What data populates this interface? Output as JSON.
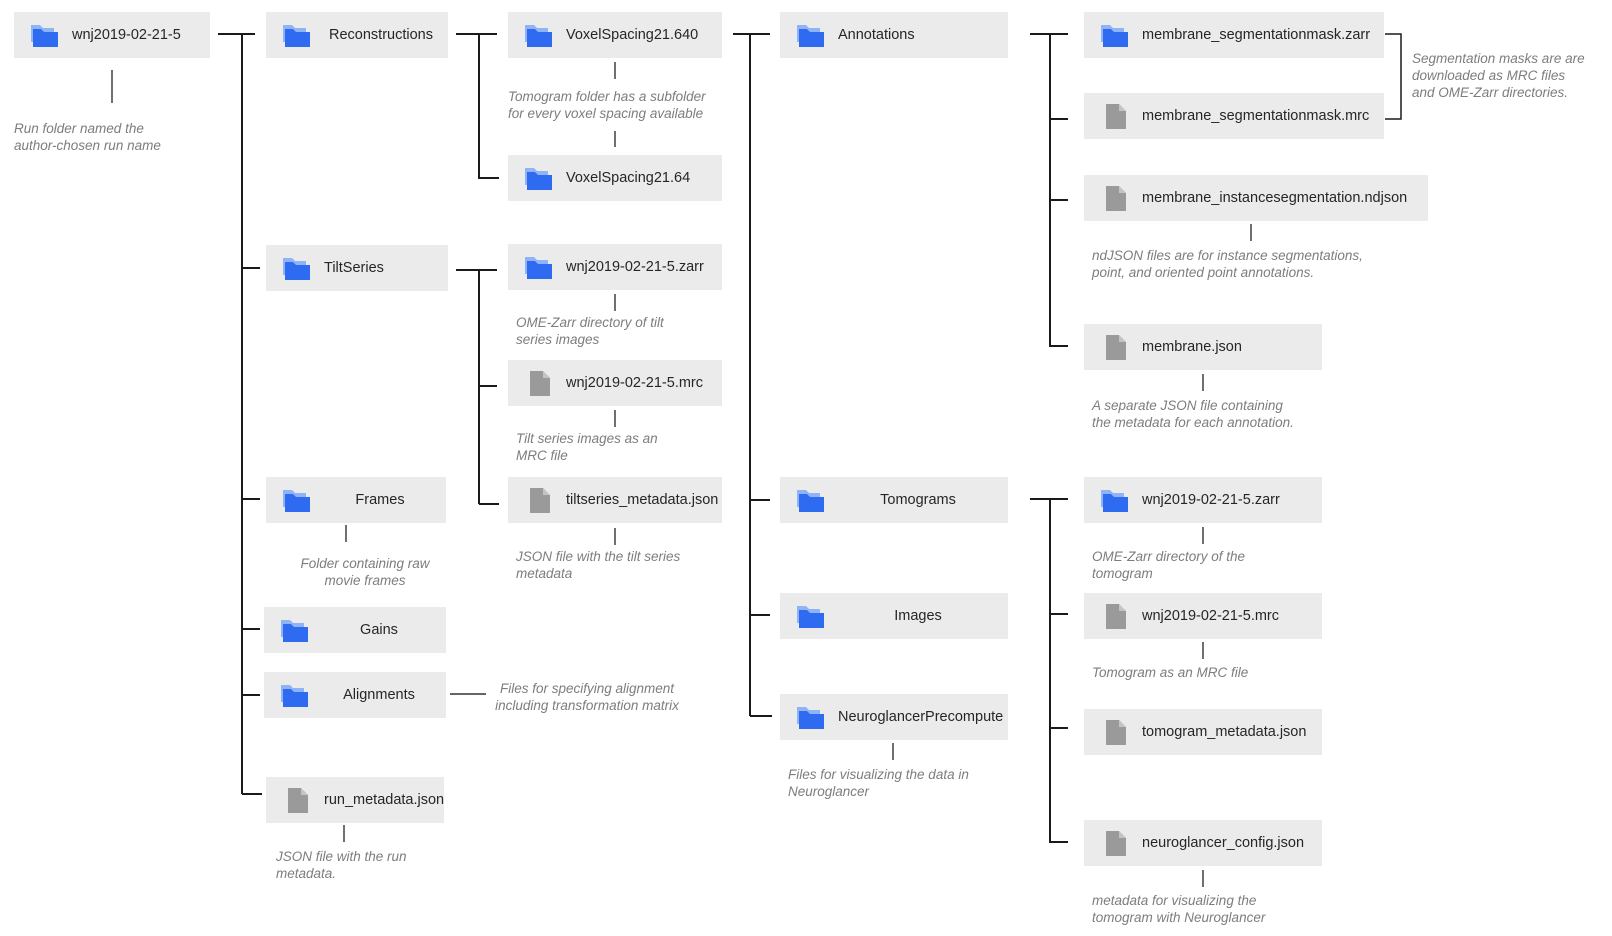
{
  "colors": {
    "folder": "#2f6bf0",
    "folder_back": "#8fb3f7",
    "file": "#9a9a9a",
    "node_bg": "#ebebeb",
    "note": "#7d7d7d",
    "line": "#1a1a1a"
  },
  "nodes": {
    "run": {
      "label": "wnj2019-02-21-5",
      "icon": "folder-icon"
    },
    "reconstructions": {
      "label": "Reconstructions",
      "icon": "folder-icon"
    },
    "tiltseries": {
      "label": "TiltSeries",
      "icon": "folder-icon"
    },
    "frames": {
      "label": "Frames",
      "icon": "folder-icon"
    },
    "gains": {
      "label": "Gains",
      "icon": "folder-icon"
    },
    "alignments": {
      "label": "Alignments",
      "icon": "folder-icon"
    },
    "run_metadata": {
      "label": "run_metadata.json",
      "icon": "file-icon"
    },
    "voxel_spacing_1": {
      "label": "VoxelSpacing21.640",
      "icon": "folder-icon"
    },
    "voxel_spacing_2": {
      "label": "VoxelSpacing21.64",
      "icon": "folder-icon"
    },
    "ts_zarr": {
      "label": "wnj2019-02-21-5.zarr",
      "icon": "folder-icon"
    },
    "ts_mrc": {
      "label": "wnj2019-02-21-5.mrc",
      "icon": "file-icon"
    },
    "ts_metadata": {
      "label": "tiltseries_metadata.json",
      "icon": "file-icon"
    },
    "annotations": {
      "label": "Annotations",
      "icon": "folder-icon"
    },
    "tomograms": {
      "label": "Tomograms",
      "icon": "folder-icon"
    },
    "images": {
      "label": "Images",
      "icon": "folder-icon"
    },
    "neuroglancer_precompute": {
      "label": "NeuroglancerPrecompute",
      "icon": "folder-icon"
    },
    "seg_zarr": {
      "label": "membrane_segmentationmask.zarr",
      "icon": "folder-icon"
    },
    "seg_mrc": {
      "label": "membrane_segmentationmask.mrc",
      "icon": "file-icon"
    },
    "inst_ndjson": {
      "label": "membrane_instancesegmentation.ndjson",
      "icon": "file-icon"
    },
    "membrane_json": {
      "label": "membrane.json",
      "icon": "file-icon"
    },
    "tomo_zarr": {
      "label": "wnj2019-02-21-5.zarr",
      "icon": "folder-icon"
    },
    "tomo_mrc": {
      "label": "wnj2019-02-21-5.mrc",
      "icon": "file-icon"
    },
    "tomo_metadata": {
      "label": "tomogram_metadata.json",
      "icon": "file-icon"
    },
    "ng_config": {
      "label": "neuroglancer_config.json",
      "icon": "file-icon"
    }
  },
  "notes": {
    "run": [
      "Run folder named the",
      "author-chosen run name"
    ],
    "voxel": [
      "Tomogram folder has a subfolder",
      "for every voxel spacing available"
    ],
    "ts_zarr": [
      "OME-Zarr directory of tilt",
      "series images"
    ],
    "ts_mrc": [
      "Tilt series images as an",
      "MRC file"
    ],
    "ts_metadata": [
      "JSON file with the tilt series",
      "metadata"
    ],
    "frames": [
      "Folder containing raw",
      "movie frames"
    ],
    "alignments": [
      "Files for specifying alignment",
      "including transformation matrix"
    ],
    "run_metadata": [
      "JSON file with the run",
      "metadata."
    ],
    "neuroglancer": [
      "Files for visualizing the data in",
      "Neuroglancer"
    ],
    "seg_masks": [
      "Segmentation masks are are",
      "downloaded as MRC files",
      "and OME-Zarr directories."
    ],
    "ndjson": [
      "ndJSON files are for instance segmentations,",
      "point, and oriented point annotations."
    ],
    "membrane_json": [
      "A separate JSON file containing",
      "the metadata for each annotation."
    ],
    "tomo_zarr": [
      "OME-Zarr directory of the",
      "tomogram"
    ],
    "tomo_mrc": [
      "Tomogram as an MRC file"
    ],
    "ng_config": [
      "metadata for visualizing the",
      "tomogram with Neuroglancer"
    ]
  }
}
